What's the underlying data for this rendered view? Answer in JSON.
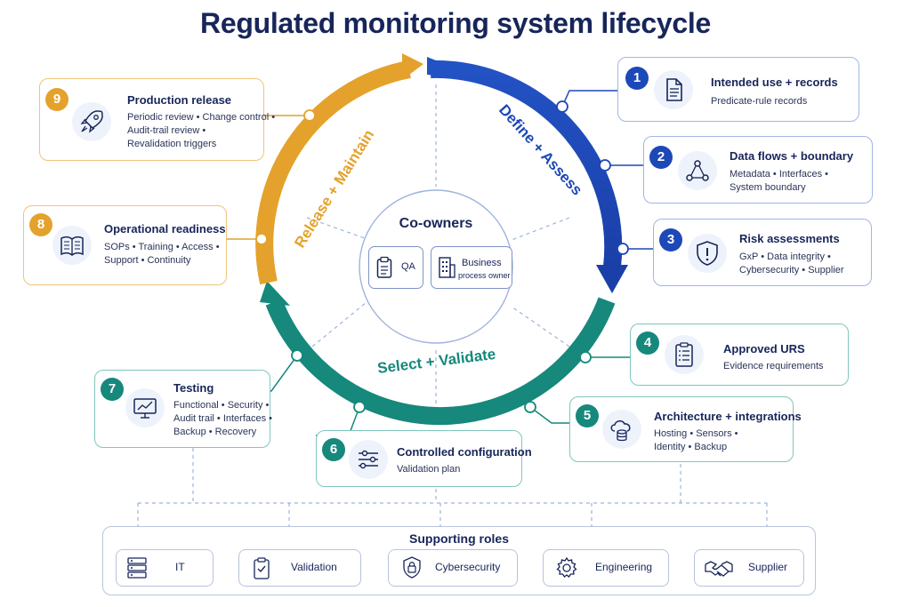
{
  "title": "Regulated monitoring system lifecycle",
  "colors": {
    "define": "#1d48b8",
    "select": "#16887c",
    "release": "#e4a22c",
    "navy": "#17255a"
  },
  "arcs": {
    "define": "Define + Assess",
    "select": "Select + Validate",
    "release": "Release + Maintain"
  },
  "center": {
    "title": "Co-owners",
    "owners": [
      {
        "label": "QA",
        "icon": "clipboard-icon"
      },
      {
        "label": "Business",
        "sublabel": "process owner",
        "icon": "building-icon"
      }
    ]
  },
  "steps": [
    {
      "num": "1",
      "title": "Intended use + records",
      "lines": [
        "Predicate-rule records"
      ],
      "icon": "document-icon"
    },
    {
      "num": "2",
      "title": "Data flows + boundary",
      "lines": [
        "Metadata • Interfaces •",
        "System boundary"
      ],
      "icon": "network-icon"
    },
    {
      "num": "3",
      "title": "Risk assessments",
      "lines": [
        "GxP • Data integrity •",
        "Cybersecurity • Supplier"
      ],
      "icon": "shield-alert-icon"
    },
    {
      "num": "4",
      "title": "Approved URS",
      "lines": [
        "Evidence requirements"
      ],
      "icon": "checklist-icon"
    },
    {
      "num": "5",
      "title": "Architecture + integrations",
      "lines": [
        "Hosting • Sensors •",
        "Identity • Backup"
      ],
      "icon": "cloud-database-icon"
    },
    {
      "num": "6",
      "title": "Controlled configuration",
      "lines": [
        "Validation plan"
      ],
      "icon": "sliders-icon"
    },
    {
      "num": "7",
      "title": "Testing",
      "lines": [
        "Functional • Security •",
        "Audit trail • Interfaces •",
        "Backup • Recovery"
      ],
      "icon": "chart-monitor-icon"
    },
    {
      "num": "8",
      "title": "Operational readiness",
      "lines": [
        "SOPs • Training • Access •",
        "Support • Continuity"
      ],
      "icon": "book-icon"
    },
    {
      "num": "9",
      "title": "Production release",
      "lines": [
        "Periodic review • Change control •",
        "Audit-trail review •",
        "Revalidation triggers"
      ],
      "icon": "rocket-icon"
    }
  ],
  "supporting": {
    "title": "Supporting roles",
    "roles": [
      {
        "label": "IT",
        "icon": "server-icon"
      },
      {
        "label": "Validation",
        "icon": "clipboard-check-icon"
      },
      {
        "label": "Cybersecurity",
        "icon": "lock-shield-icon"
      },
      {
        "label": "Engineering",
        "icon": "gear-icon"
      },
      {
        "label": "Supplier",
        "icon": "handshake-icon"
      }
    ]
  }
}
